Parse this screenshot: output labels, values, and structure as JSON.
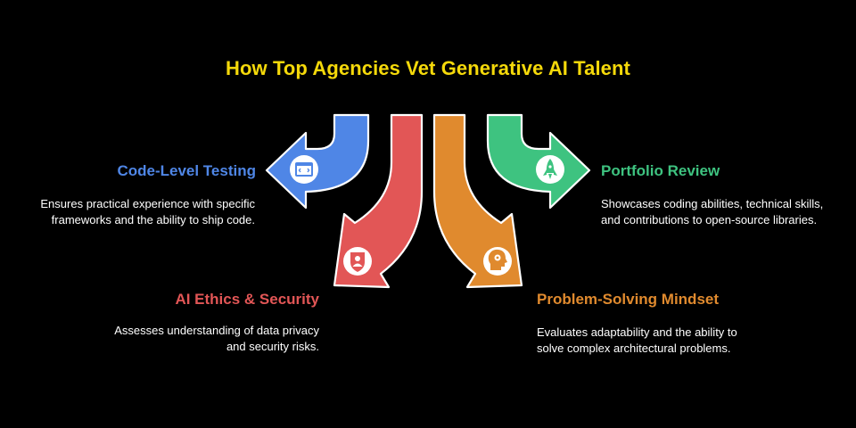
{
  "title": "How Top Agencies Vet Generative AI Talent",
  "colors": {
    "blue": "#4f86e6",
    "red": "#e25656",
    "orange": "#e08a2e",
    "green": "#3ec380",
    "title": "#f5d90a"
  },
  "items": [
    {
      "heading": "Code-Level Testing",
      "description": "Ensures practical experience with specific frameworks and the ability to ship code.",
      "icon": "code-window-icon"
    },
    {
      "heading": "AI Ethics & Security",
      "description": "Assesses understanding of data privacy and security risks.",
      "icon": "user-shield-icon"
    },
    {
      "heading": "Problem-Solving Mindset",
      "description": "Evaluates adaptability and the ability to solve complex architectural problems.",
      "icon": "head-gear-icon"
    },
    {
      "heading": "Portfolio Review",
      "description": "Showcases coding abilities, technical skills, and contributions to open-source libraries.",
      "icon": "rocket-icon"
    }
  ]
}
